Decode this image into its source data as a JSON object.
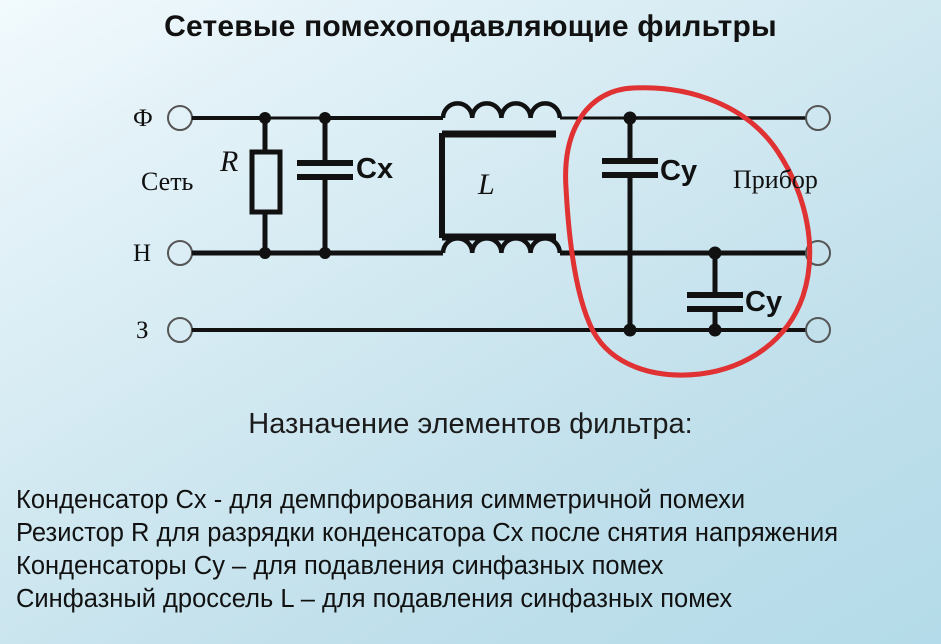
{
  "slide": {
    "title": "Сетевые помехоподавляющие фильтры",
    "subheading": "Назначение элементов фильтра:"
  },
  "circuit": {
    "left_side_label": "Сеть",
    "right_side_label": "Прибор",
    "terminals": {
      "phase": "Ф",
      "neutral": "Н",
      "ground": "З"
    },
    "components": {
      "resistor": "R",
      "inductor": "L",
      "cap_x": "Cx",
      "cap_y1": "Cy",
      "cap_y2": "Cy"
    },
    "annotation": {
      "shape": "hand-drawn-oval",
      "color": "#e03133",
      "encircles": "Cy capacitors"
    },
    "colors": {
      "wire": "#111111",
      "background_top": "#f2fafd",
      "background_bottom": "#b4dbe9"
    }
  },
  "notes": [
    "Конденсатор Cx - для демпфирования симметричной помехи",
    "Резистор R для разрядки конденсатора Cx после снятия напряжения",
    "Конденсаторы Cy – для подавления синфазных помех",
    "Синфазный дроссель L – для подавления синфазных помех"
  ]
}
